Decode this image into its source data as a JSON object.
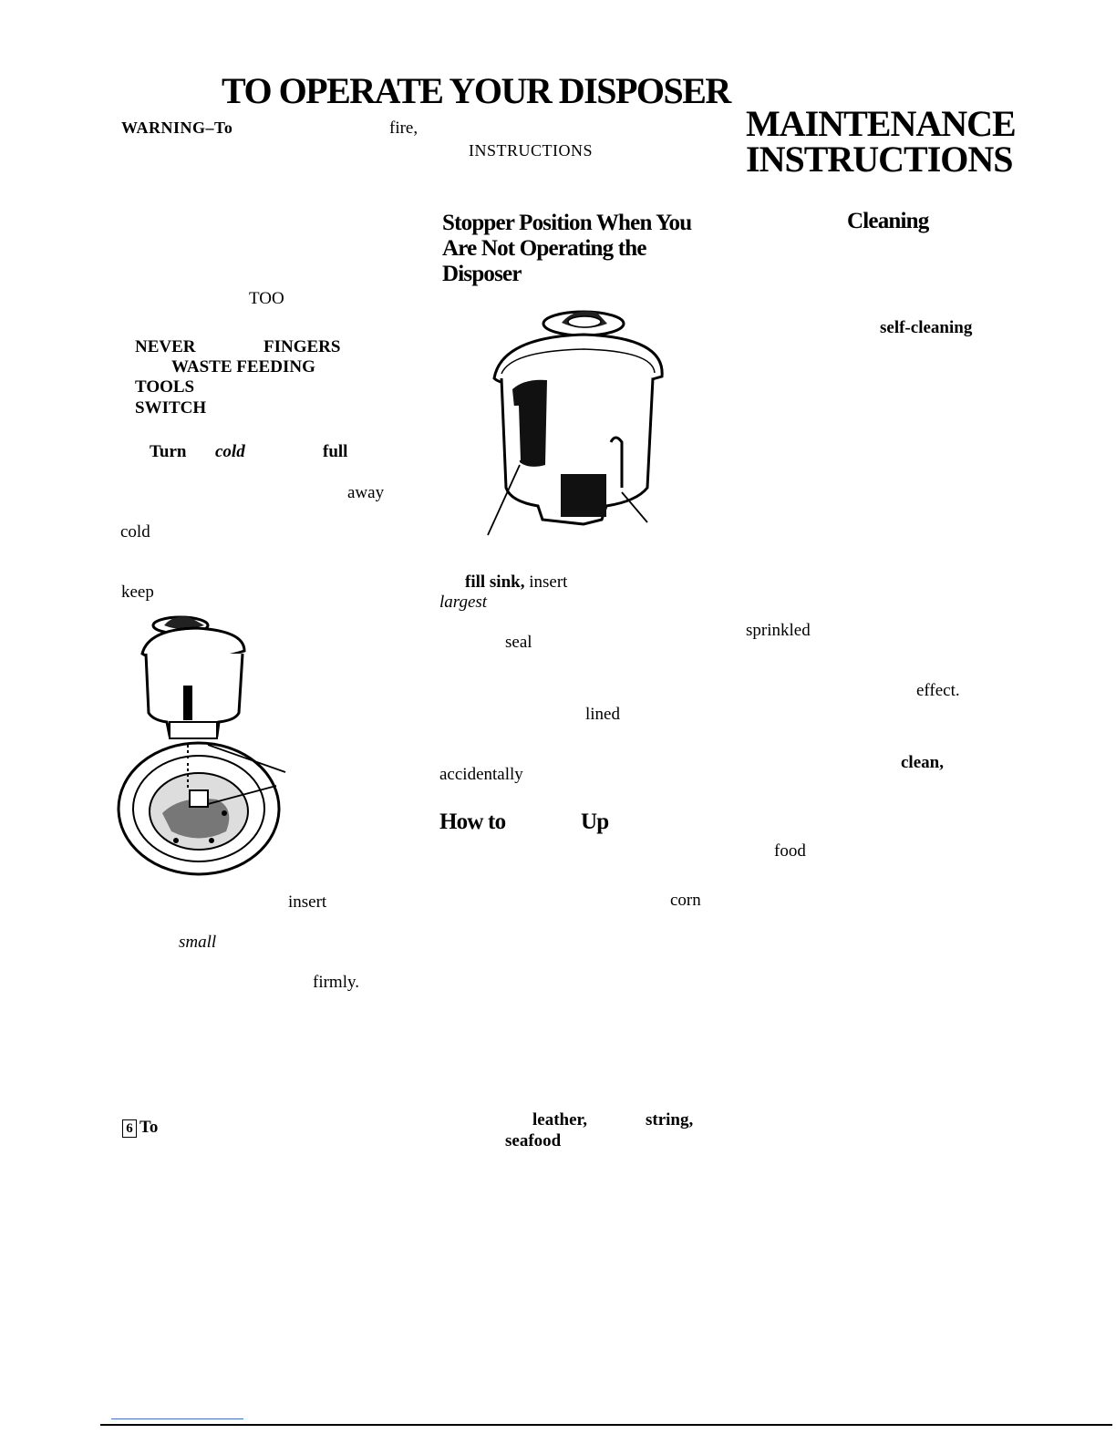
{
  "header": {
    "title": "TO OPERATE YOUR DISPOSER",
    "maintenance_line1": "MAINTENANCE",
    "maintenance_line2": "INSTRUCTIONS"
  },
  "left_column": {
    "warning": "WARNING–To",
    "fire": "fire,",
    "too": "TOO",
    "never": "NEVER",
    "fingers": "FINGERS",
    "waste_feeding": "WASTE FEEDING",
    "tools": "TOOLS",
    "switch": "SWITCH",
    "turn": "Turn",
    "cold_italic": "cold",
    "full": "full",
    "away": "away",
    "cold": "cold",
    "keep": "keep",
    "insert": "insert",
    "small": "small",
    "firmly": "firmly.",
    "step6_number": "6",
    "step6_to": "To"
  },
  "middle_column": {
    "instructions": "INSTRUCTIONS",
    "stopper_heading_line1": "Stopper Position When You",
    "stopper_heading_line2": "Are Not Operating the",
    "stopper_heading_line3": "Disposer",
    "fill_sink": "fill sink,",
    "insert": "insert",
    "largest": "largest",
    "seal": "seal",
    "lined": "lined",
    "accidentally": "accidentally",
    "how_to": "How to",
    "up": "Up",
    "corn": "corn",
    "leather": "leather,",
    "string": "string,",
    "seafood": "seafood"
  },
  "right_column": {
    "cleaning": "Cleaning",
    "self_cleaning": "self-cleaning",
    "sprinkled": "sprinkled",
    "effect": "effect.",
    "clean": "clean,",
    "food": "food"
  },
  "icons": {
    "stopper_up": "stopper-up-illustration",
    "stopper_in_drain": "stopper-in-drain-illustration"
  }
}
